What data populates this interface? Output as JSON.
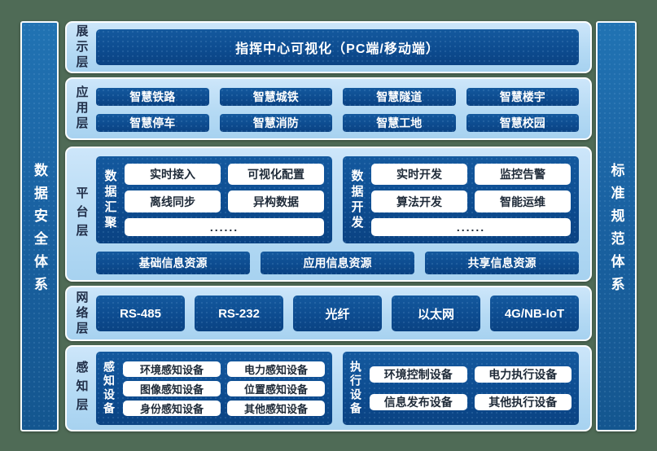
{
  "diagram": {
    "background_color": "#4f6b56",
    "panel_color": "#b5daf4",
    "box_color": "#0d4c90",
    "pillar_color": "#1a62a2",
    "chip_color": "#ffffff",
    "chip_text_color": "#1e2a38"
  },
  "pillars": {
    "left": "数据安全体系",
    "right": "标准规范体系"
  },
  "layers": {
    "presentation": {
      "label": "展示层",
      "title": "指挥中心可视化（PC端/移动端）"
    },
    "application": {
      "label": "应用层",
      "items": [
        "智慧铁路",
        "智慧城铁",
        "智慧隧道",
        "智慧楼宇",
        "智慧停车",
        "智慧消防",
        "智慧工地",
        "智慧校园"
      ]
    },
    "platform": {
      "label": "平台层",
      "groups": [
        {
          "name": "数据汇聚",
          "items": [
            "实时接入",
            "可视化配置",
            "离线同步",
            "异构数据"
          ],
          "more": "......"
        },
        {
          "name": "数据开发",
          "items": [
            "实时开发",
            "监控告警",
            "算法开发",
            "智能运维"
          ],
          "more": "......"
        }
      ],
      "resources": [
        "基础信息资源",
        "应用信息资源",
        "共享信息资源"
      ]
    },
    "network": {
      "label": "网络层",
      "items": [
        "RS-485",
        "RS-232",
        "光纤",
        "以太网",
        "4G/NB-IoT"
      ]
    },
    "perception": {
      "label": "感知层",
      "groups": [
        {
          "name": "感知设备",
          "items": [
            "环境感知设备",
            "电力感知设备",
            "图像感知设备",
            "位置感知设备",
            "身份感知设备",
            "其他感知设备"
          ]
        },
        {
          "name": "执行设备",
          "items": [
            "环境控制设备",
            "电力执行设备",
            "信息发布设备",
            "其他执行设备"
          ]
        }
      ]
    }
  }
}
